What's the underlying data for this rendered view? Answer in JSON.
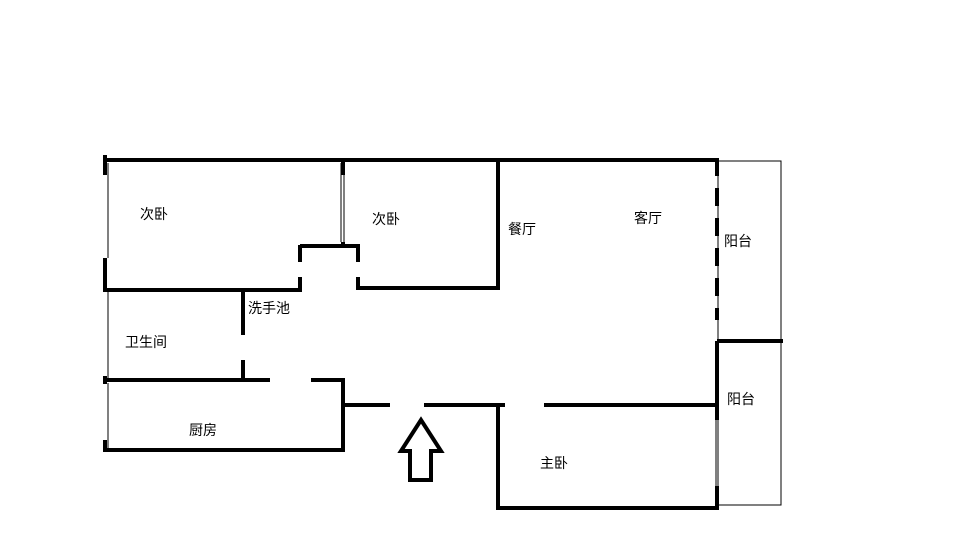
{
  "rooms": {
    "secondary_bedroom_1": "次卧",
    "secondary_bedroom_2": "次卧",
    "dining_room": "餐厅",
    "living_room": "客厅",
    "balcony_upper": "阳台",
    "balcony_lower": "阳台",
    "wash_basin": "洗手池",
    "bathroom": "卫生间",
    "kitchen": "厨房",
    "master_bedroom": "主卧"
  },
  "colors": {
    "wall": "#000000",
    "background": "#ffffff"
  },
  "icons": {
    "entrance": "up-arrow-icon"
  }
}
